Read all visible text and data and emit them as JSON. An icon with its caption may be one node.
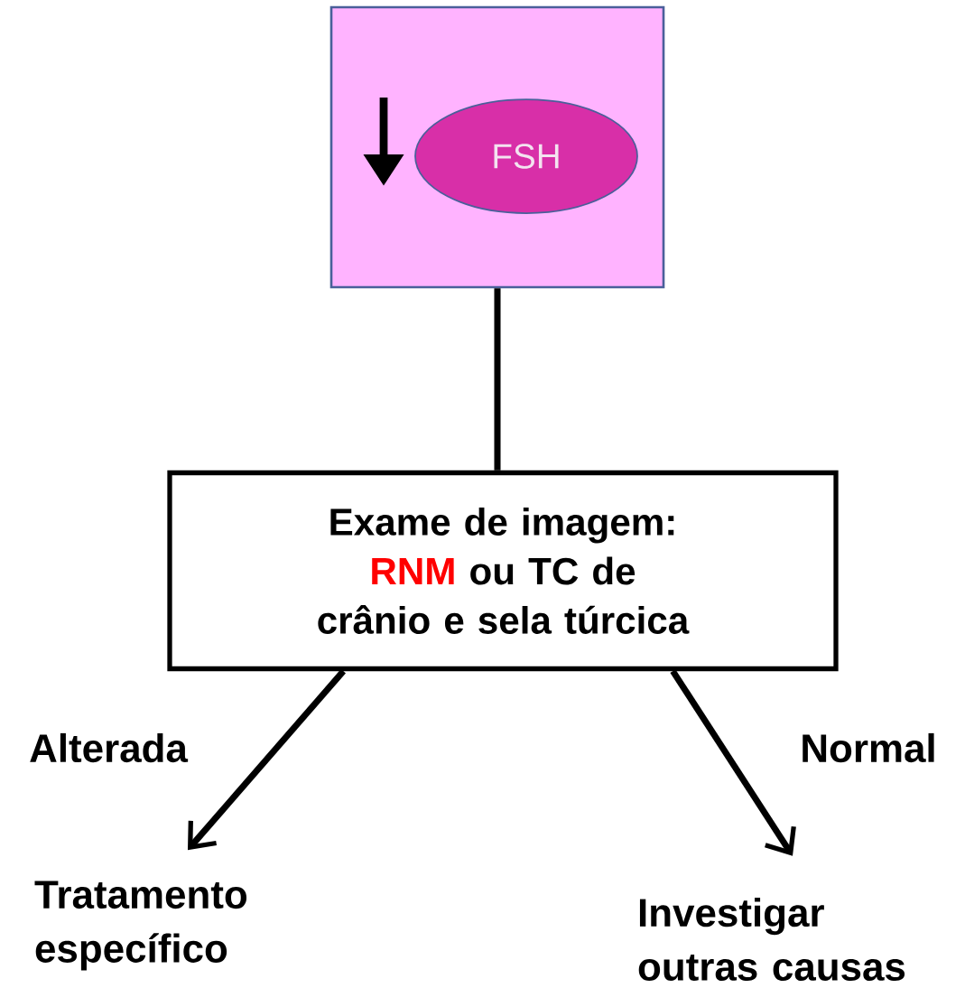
{
  "diagram": {
    "nodes": [
      {
        "text": [],
        "shape": "box"
      },
      {
        "text": [
          "FSH"
        ],
        "in": 0
      },
      {
        "text": [
          "Exame de imagem:",
          "RNM",
          "ou TC de crânio e sela túrcica"
        ]
      },
      {
        "text": [
          "Tratamento específico"
        ]
      },
      {
        "text": [
          "Investigar outras causas"
        ]
      }
    ],
    "edges": [
      {
        "from": 0,
        "to": 2,
        "arrow": "none"
      },
      {
        "from": 2,
        "to": 3,
        "arrow": "to",
        "label": "Alterada"
      },
      {
        "from": 2,
        "to": 4,
        "arrow": "to",
        "label": "Normal"
      }
    ]
  }
}
